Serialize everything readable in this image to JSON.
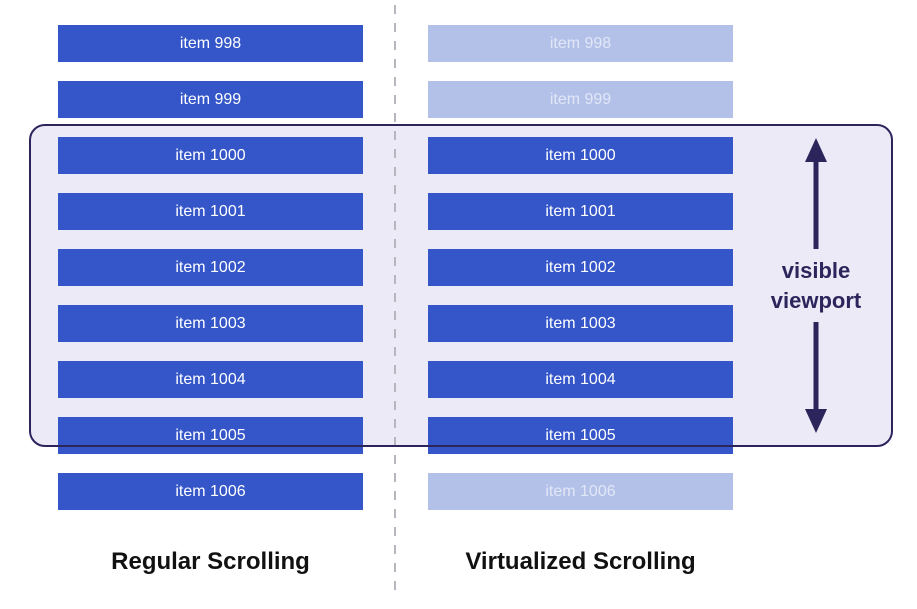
{
  "colors": {
    "bar_blue": "#3456C8",
    "bar_blue_faded": "#B3C1E9",
    "viewport_fill": "#EDEAF7",
    "navy": "#2B255C",
    "divider_gray": "#B6B6BE",
    "label_black": "#111111"
  },
  "columns": {
    "left": {
      "label": "Regular Scrolling",
      "items": [
        "item 998",
        "item 999",
        "item 1000",
        "item 1001",
        "item 1002",
        "item 1003",
        "item 1004",
        "item 1005",
        "item 1006"
      ]
    },
    "right": {
      "label": "Virtualized Scrolling",
      "items": [
        "item 998",
        "item 999",
        "item 1000",
        "item 1001",
        "item 1002",
        "item 1003",
        "item 1004",
        "item 1005",
        "item 1006"
      ],
      "faded_items": [
        "item 998",
        "item 999",
        "item 1006"
      ]
    }
  },
  "viewport": {
    "label": "visible viewport",
    "covers_items": [
      "item 1000",
      "item 1001",
      "item 1002",
      "item 1003",
      "item 1004",
      "item 1005"
    ]
  }
}
